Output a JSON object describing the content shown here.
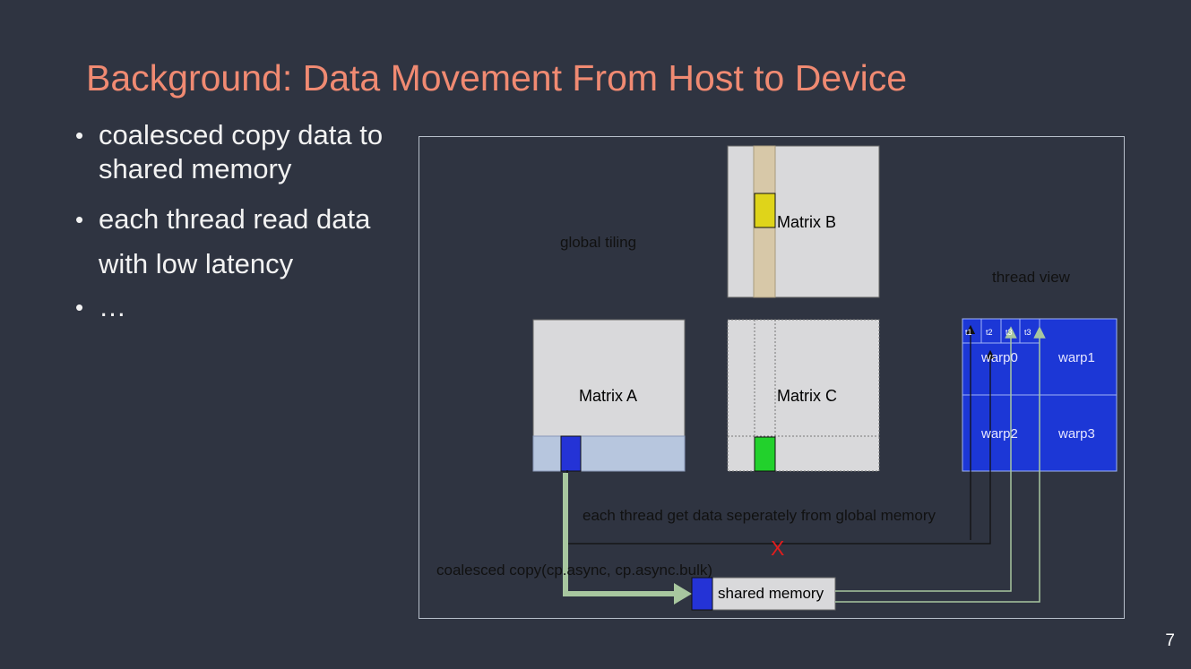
{
  "slide": {
    "title": "Background: Data Movement From Host to Device",
    "page_number": "7"
  },
  "bullets": [
    {
      "text": "coalesced copy data to shared memory"
    },
    {
      "text": "each thread read data with low latency"
    },
    {
      "text": "…"
    }
  ],
  "diagram": {
    "labels": {
      "global_tiling": "global tiling",
      "matrix_a": "Matrix A",
      "matrix_b": "Matrix B",
      "matrix_c": "Matrix C",
      "thread_view": "thread view",
      "separate_read": "each thread get data seperately from global memory",
      "coalesced_copy": "coalesced copy(cp.async, cp.async.bulk)",
      "shared_memory": "shared memory"
    },
    "threads": [
      "t1",
      "t2",
      "t3",
      "t3"
    ],
    "warps": [
      "warp0",
      "warp1",
      "warp2",
      "warp3"
    ],
    "colors": {
      "matrix_fill": "#d9d9db",
      "warp_blue": "#1c37d6",
      "tile_blue": "#2433d6",
      "highlight_yellow": "#dfd41a",
      "highlight_green": "#22d12c",
      "row_band": "#b7c6de",
      "column_band": "#d7c8a8",
      "green_arrow": "#a8c79f",
      "red_mark": "#e11d1d"
    }
  }
}
